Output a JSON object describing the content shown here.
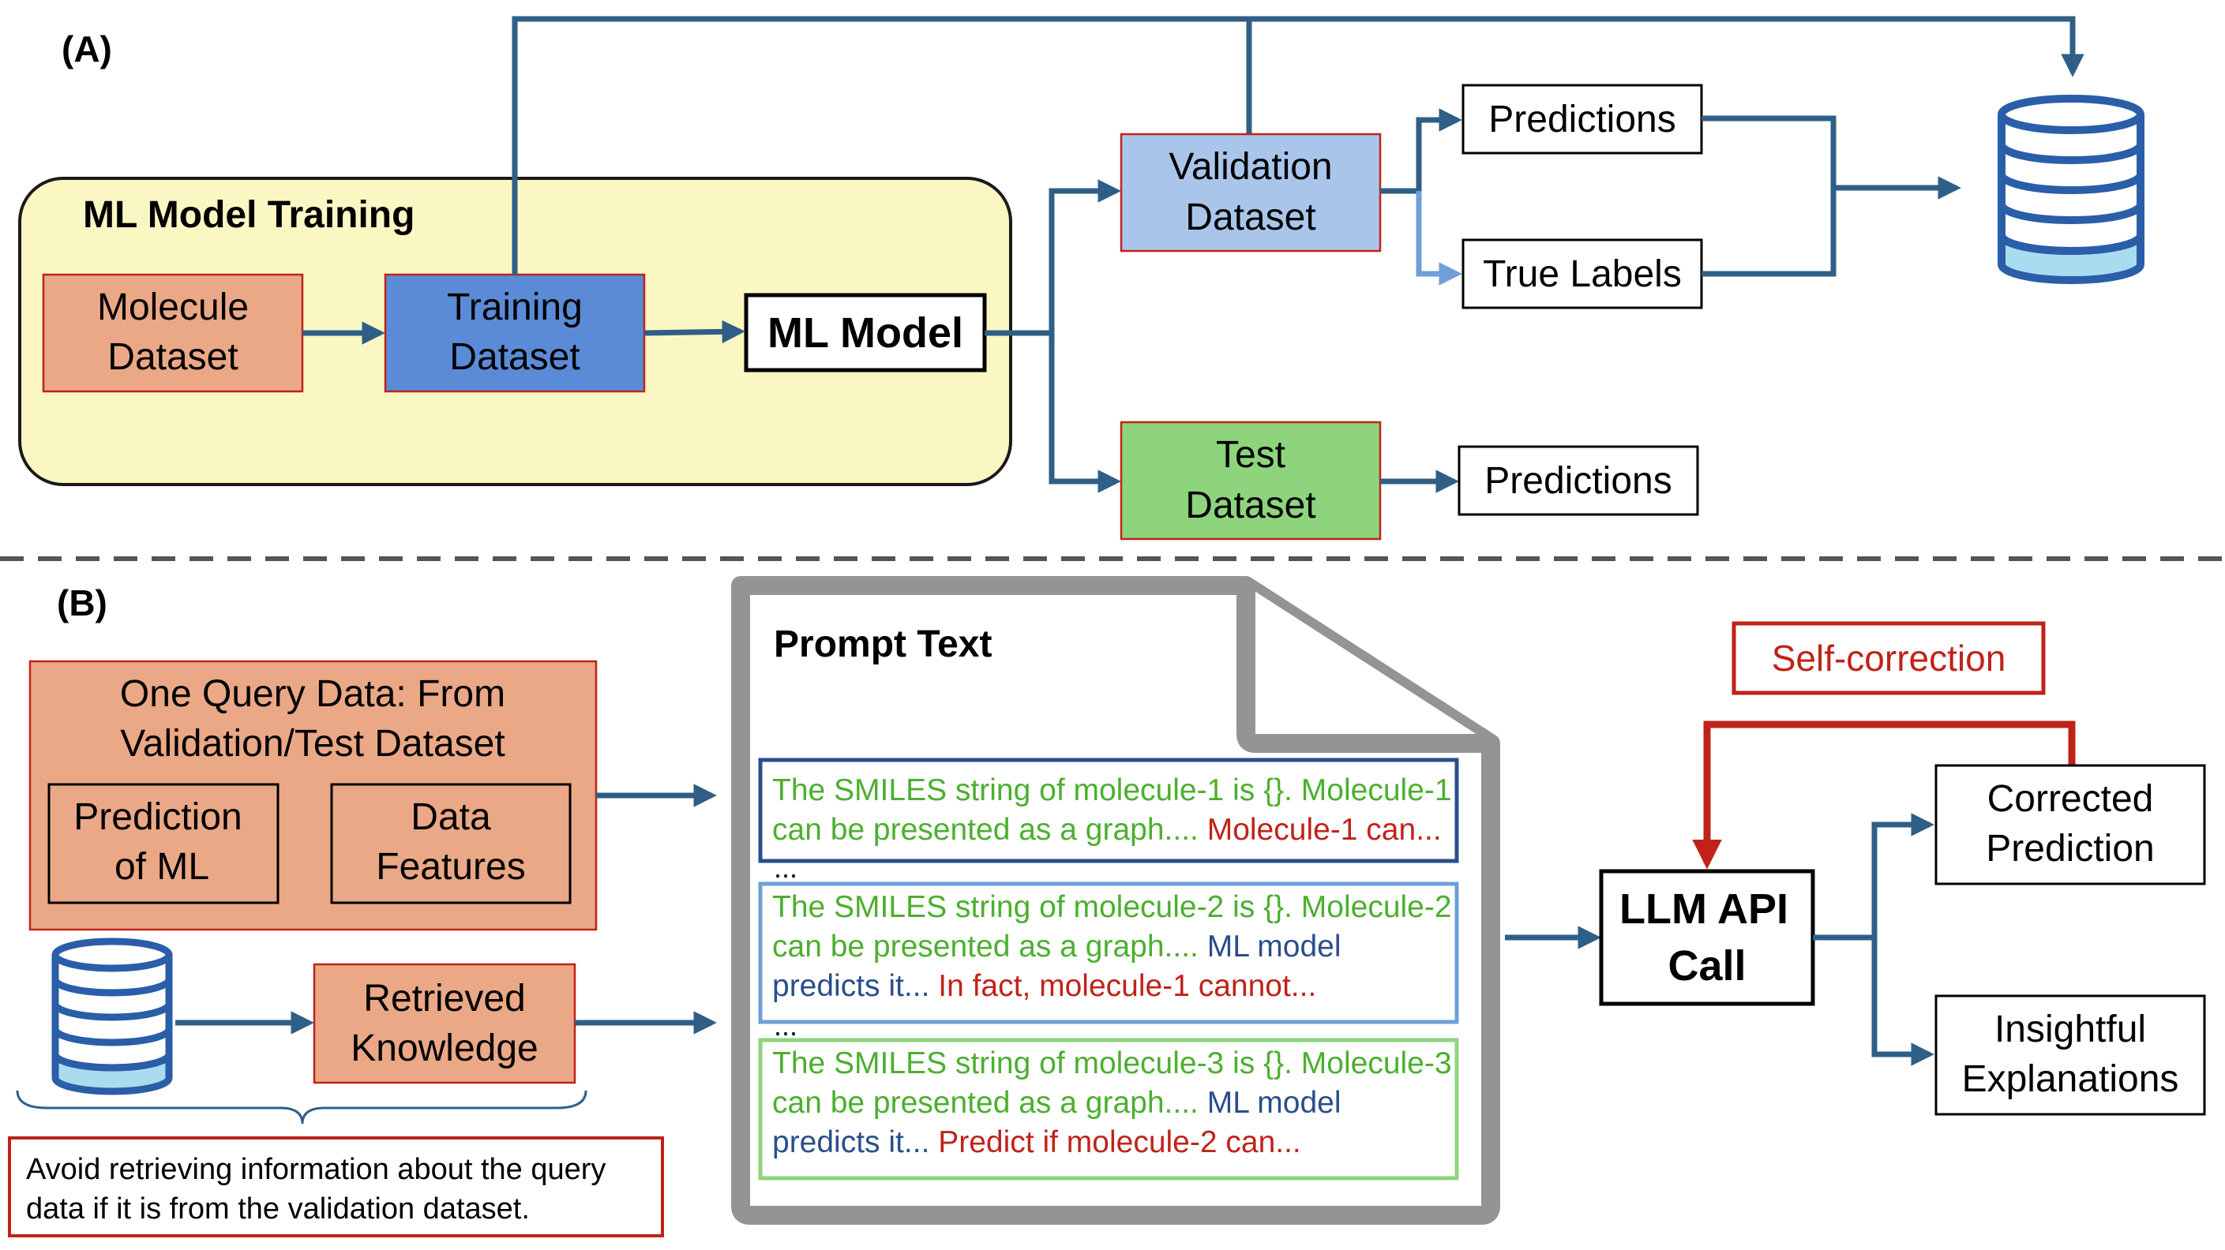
{
  "panel_a": {
    "label": "(A)",
    "training_group_title": "ML Model Training",
    "molecule_dataset": [
      "Molecule",
      "Dataset"
    ],
    "training_dataset": [
      "Training",
      "Dataset"
    ],
    "ml_model": "ML Model",
    "validation_dataset": [
      "Validation",
      "Dataset"
    ],
    "test_dataset": [
      "Test",
      "Dataset"
    ],
    "val_predictions": "Predictions",
    "true_labels": "True Labels",
    "test_predictions": "Predictions",
    "database_icon": "database-icon"
  },
  "panel_b": {
    "label": "(B)",
    "query_title": [
      "One Query Data: From",
      "Validation/Test Dataset"
    ],
    "prediction_of_ml": [
      "Prediction",
      "of ML"
    ],
    "data_features": [
      "Data",
      "Features"
    ],
    "retrieved_knowledge": [
      "Retrieved",
      "Knowledge"
    ],
    "note": [
      "Avoid retrieving information about the query",
      "data if it is from the validation dataset."
    ],
    "prompt_title": "Prompt Text",
    "prompt_1": {
      "line1": "The SMILES string of molecule-1 is {}. Molecule-1",
      "line2_green": "can be presented as a graph.... ",
      "line2_red": "Molecule-1 can..."
    },
    "ellipsis_1": "...",
    "prompt_2": {
      "line1": "The SMILES string of molecule-2 is {}. Molecule-2",
      "line2_green": "can be presented as a graph.... ",
      "line2_blue": "ML model",
      "line3_blue": "predicts it... ",
      "line3_red": "In fact, molecule-1 cannot..."
    },
    "ellipsis_2": "...",
    "prompt_3": {
      "line1": "The SMILES string of molecule-3 is {}. Molecule-3",
      "line2_green": "can be presented as a graph.... ",
      "line2_blue": "ML model",
      "line3_blue": "predicts it... ",
      "line3_red": "Predict if molecule-2 can..."
    },
    "self_correction": "Self-correction",
    "llm_api_call": [
      "LLM API",
      "Call"
    ],
    "corrected_prediction": [
      "Corrected",
      "Prediction"
    ],
    "insightful_explanations": [
      "Insightful",
      "Explanations"
    ],
    "database_icon": "database-icon"
  },
  "colors": {
    "arrow": "#2f5f86",
    "arrow_light": "#6f9fd8",
    "training_bg": "#fbf7c3",
    "orange_box": "#eaa886",
    "blue_box": "#5b8bd7",
    "light_blue_box": "#a9c6ea",
    "green_box": "#8ed47d",
    "red": "#c0221a",
    "db_blue": "#2a5ea9",
    "db_fill": "#a9dcef",
    "prompt_frame": "#949494"
  }
}
